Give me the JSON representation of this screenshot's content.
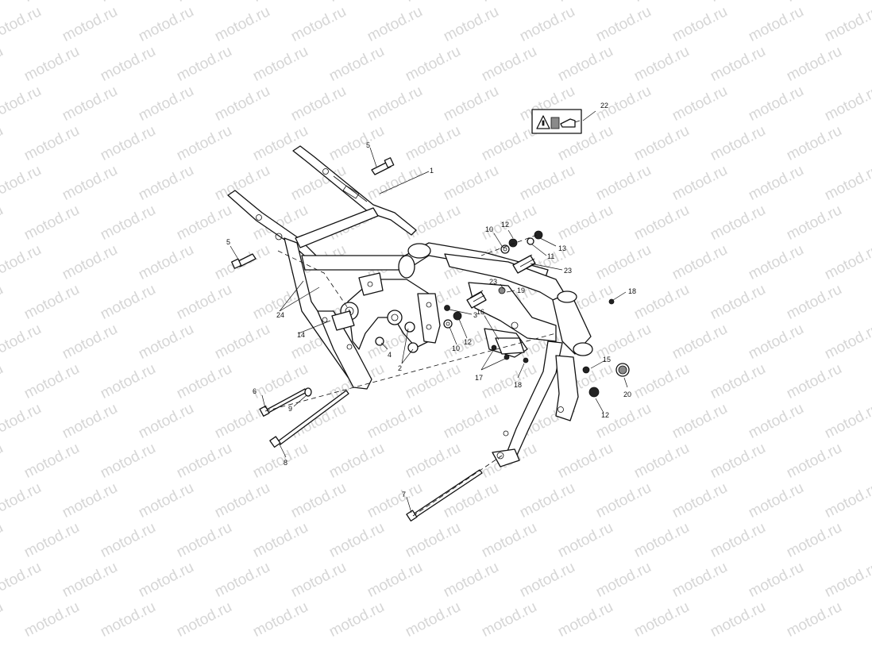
{
  "watermark": {
    "text": "motod.ru",
    "color": "#d6d6d6"
  },
  "callouts": [
    {
      "id": "c1",
      "text": "1"
    },
    {
      "id": "c2",
      "text": "2"
    },
    {
      "id": "c3",
      "text": "3"
    },
    {
      "id": "c4",
      "text": "4"
    },
    {
      "id": "c5a",
      "text": "5"
    },
    {
      "id": "c5b",
      "text": "5"
    },
    {
      "id": "c6",
      "text": "6"
    },
    {
      "id": "c7",
      "text": "7"
    },
    {
      "id": "c8",
      "text": "8"
    },
    {
      "id": "c9",
      "text": "9"
    },
    {
      "id": "c10a",
      "text": "10"
    },
    {
      "id": "c10b",
      "text": "10"
    },
    {
      "id": "c11",
      "text": "11"
    },
    {
      "id": "c12a",
      "text": "12"
    },
    {
      "id": "c12b",
      "text": "12"
    },
    {
      "id": "c12c",
      "text": "12"
    },
    {
      "id": "c13",
      "text": "13"
    },
    {
      "id": "c14",
      "text": "14"
    },
    {
      "id": "c15",
      "text": "15"
    },
    {
      "id": "c16",
      "text": "16"
    },
    {
      "id": "c17",
      "text": "17"
    },
    {
      "id": "c18a",
      "text": "18"
    },
    {
      "id": "c18b",
      "text": "18"
    },
    {
      "id": "c19",
      "text": "19"
    },
    {
      "id": "c20",
      "text": "20"
    },
    {
      "id": "c22",
      "text": "22"
    },
    {
      "id": "c23a",
      "text": "23"
    },
    {
      "id": "c23b",
      "text": "23"
    },
    {
      "id": "c24",
      "text": "24"
    }
  ],
  "warning_label": {
    "icons": [
      "warning-triangle-icon",
      "manual-book-icon",
      "oil-can-icon"
    ]
  }
}
